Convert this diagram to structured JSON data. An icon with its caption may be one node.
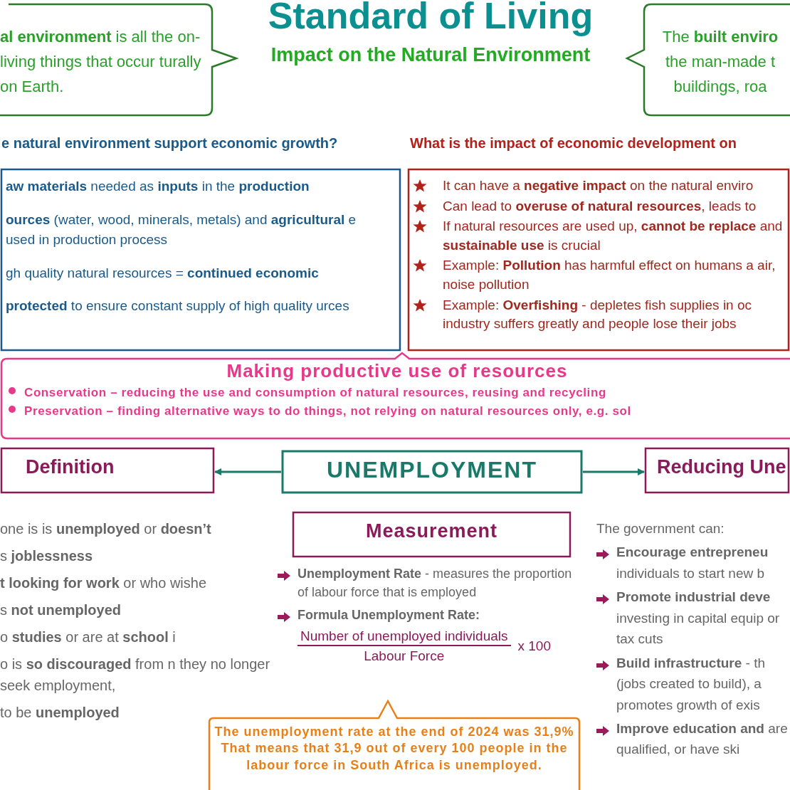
{
  "diagram": {
    "title": "Standard of Living",
    "nodes": [
      {
        "text": [
          "**al environment** is all the on-living things that occur turally on Earth."
        ]
      },
      {
        "text": [
          "The **built enviro** the man-made t buildings, roa"
        ]
      },
      {
        "text": [
          "e natural environment support economic growth?",
          "**aw materials** needed as **inputs** in the **production**",
          "**ources** (water, wood, minerals, metals) and **agricultural** e used in production process",
          "gh quality natural resources = **continued economic**",
          "**protected** to ensure constant supply of high quality urces"
        ]
      },
      {
        "text": [
          "What is the impact of economic development on",
          "It can have a **negative impact** on the natural enviro",
          "Can lead to **overuse of natural resources**, leads to",
          "If natural resources are used up, **cannot be replace** and **sustainable use** is crucial",
          "Example: **Pollution** has harmful effect on humans a air, noise pollution",
          "Example: **Overfishing** - depletes fish supplies in oc industry suffers greatly and people lose their jobs"
        ]
      },
      {
        "text": [
          "Making productive use of resources",
          "Conservation – reducing the use and consumption of natural resources, reusing and recycling",
          "Preservation – finding alternative ways to do things, not relying on natural resources only, e.g. sol"
        ]
      },
      {
        "text": [
          "Definition"
        ]
      },
      {
        "text": [
          "UNEMPLOYMENT"
        ]
      },
      {
        "text": [
          "Reducing Une"
        ]
      },
      {
        "text": [
          "Measurement"
        ]
      },
      {
        "text": [
          "The unemployment rate at the end of 2024 was 31,9%",
          "That means that 31,9 out of every 100 people in the labour force in South Africa is unemployed."
        ]
      }
    ],
    "edges": [
      {
        "from": 6,
        "to": 5,
        "arrow": "to"
      },
      {
        "from": 6,
        "to": 7,
        "arrow": "to"
      }
    ],
    "labels": [
      "Impact on the Natural Environment",
      "one is is **unemployed** or **doesn’t**",
      "s **joblessness**",
      "**t looking for work** or who wishe",
      "s **not unemployed**",
      "o **studies** or are at **school** i",
      "o is **so discouraged** from n they no longer seek employment,",
      "to be **unemployed**",
      "**Unemployment Rate** - measures the proportion of labour force that is employed",
      "**Formula Unemployment Rate:**",
      "Number of unemployed individuals",
      "Labour Force",
      "x 100",
      "The government can:",
      "**Encourage entrepreneu** individuals to start new b",
      "**Promote industrial deve** investing in capital equip or tax cuts",
      "**Build infrastructure** - th (jobs created to build), a promotes growth of exis",
      "**Improve education and** are qualified, or have ski"
    ]
  }
}
